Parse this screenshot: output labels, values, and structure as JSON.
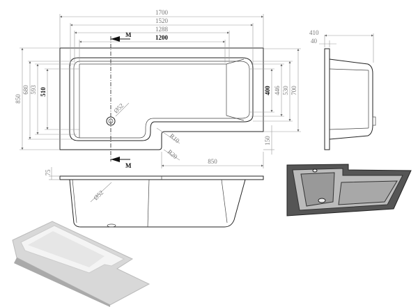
{
  "plan": {
    "width_overall": "1700",
    "width_1520": "1520",
    "width_1288": "1288",
    "width_inner": "1200",
    "depth_overall": "850",
    "depth_680": "680",
    "depth_593": "593",
    "depth_inner": "510",
    "right_depth_inner": "400",
    "right_446": "446",
    "right_530": "530",
    "right_700": "700",
    "step_150": "150",
    "step_850": "850",
    "radius_10": "R10",
    "radius_20": "R20",
    "drain": "Ø52",
    "section_label": "M"
  },
  "side": {
    "rim_height": "75",
    "drain": "Ø52"
  },
  "end": {
    "depth": "410",
    "rim": "40"
  }
}
